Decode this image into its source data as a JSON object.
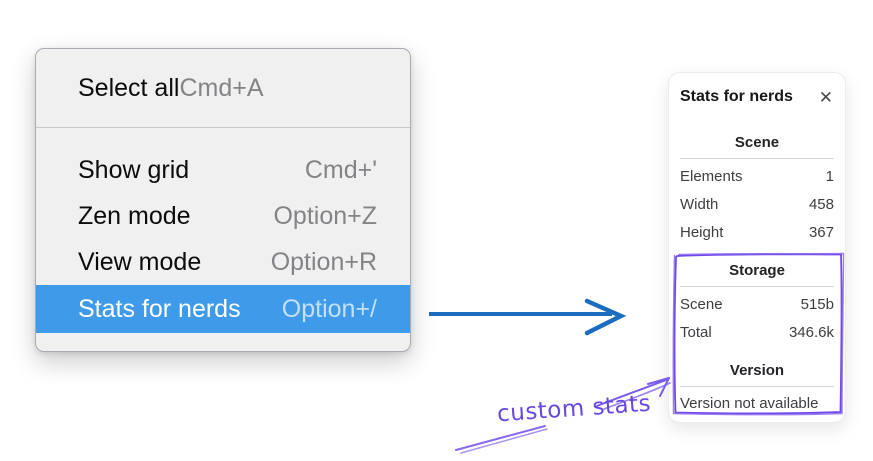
{
  "menu": {
    "items": [
      {
        "label": "Select all",
        "shortcut": "Cmd+A"
      },
      {
        "label": "Show grid",
        "shortcut": "Cmd+'"
      },
      {
        "label": "Zen mode",
        "shortcut": "Option+Z"
      },
      {
        "label": "View mode",
        "shortcut": "Option+R"
      },
      {
        "label": "Stats for nerds",
        "shortcut": "Option+/"
      }
    ],
    "highlighted_item": "Stats for nerds",
    "highlight_color": "#3f9be9"
  },
  "stats_panel": {
    "title": "Stats for nerds",
    "close_icon": "✕",
    "sections": [
      {
        "heading": "Scene",
        "rows": [
          {
            "label": "Elements",
            "value": "1"
          },
          {
            "label": "Width",
            "value": "458"
          },
          {
            "label": "Height",
            "value": "367"
          }
        ]
      },
      {
        "heading": "Storage",
        "rows": [
          {
            "label": "Scene",
            "value": "515b"
          },
          {
            "label": "Total",
            "value": "346.6k"
          }
        ]
      },
      {
        "heading": "Version",
        "note": "Version not available"
      }
    ]
  },
  "annotation": {
    "text": "custom stats",
    "color": "#6a46e0"
  },
  "colors": {
    "arrow_blue": "#1c6cc0",
    "annotation_purple": "#7048e8",
    "menu_highlight": "#3f9be9",
    "menu_background": "#f0f0f1"
  }
}
